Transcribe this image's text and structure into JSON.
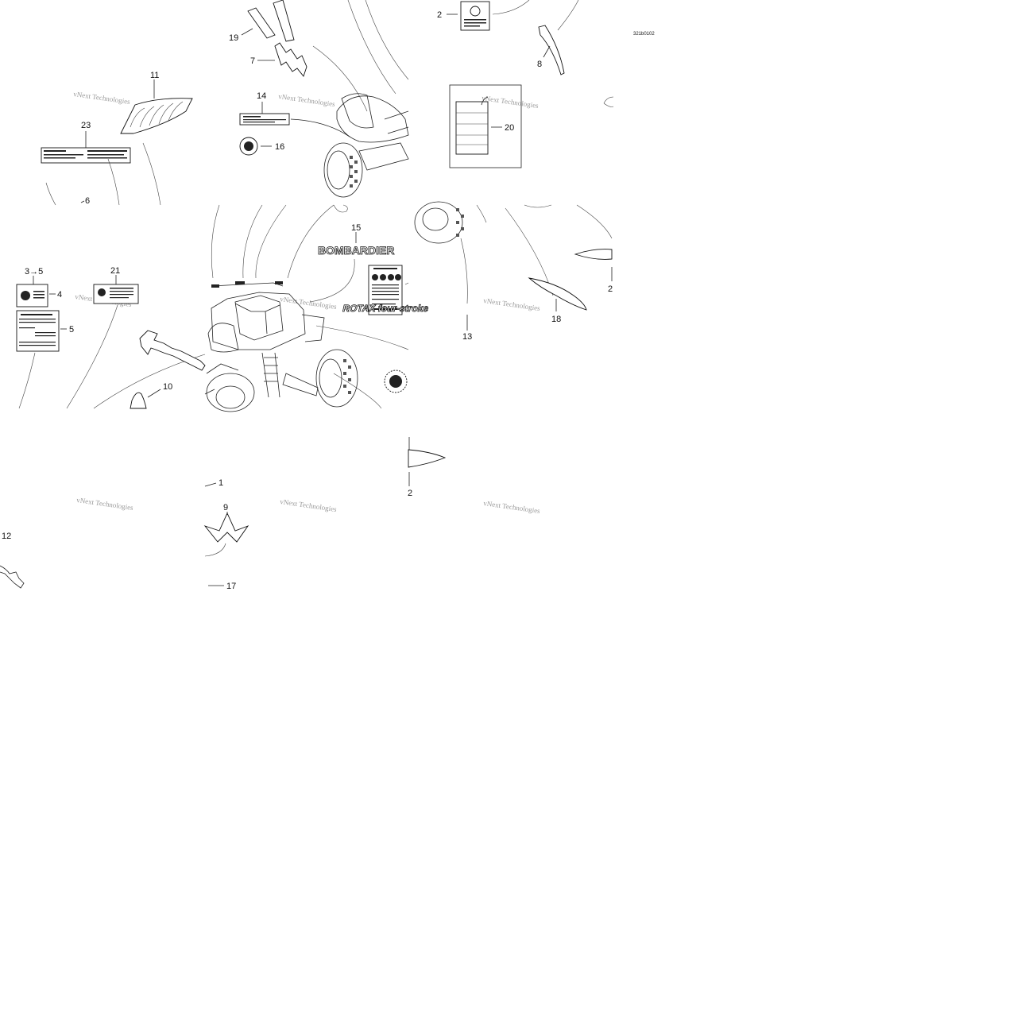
{
  "diagram": {
    "drawing_code": "321b0102",
    "brand_text": "BOMBARDIER",
    "engine_text": "ROTAX four-stroke",
    "watermark": "vNext Technologies",
    "callouts": {
      "c1": "1",
      "c2a": "2",
      "c2b": "2",
      "c2c": "2",
      "c35": "3→5",
      "c4": "4",
      "c5": "5",
      "c6": "6",
      "c7": "7",
      "c8": "8",
      "c9": "9",
      "c10": "10",
      "c11": "11",
      "c12": "12",
      "c13": "13",
      "c14": "14",
      "c15": "15",
      "c16": "16",
      "c17": "17",
      "c18": "18",
      "c19": "19",
      "c20": "20",
      "c21": "21",
      "c23": "23"
    }
  }
}
